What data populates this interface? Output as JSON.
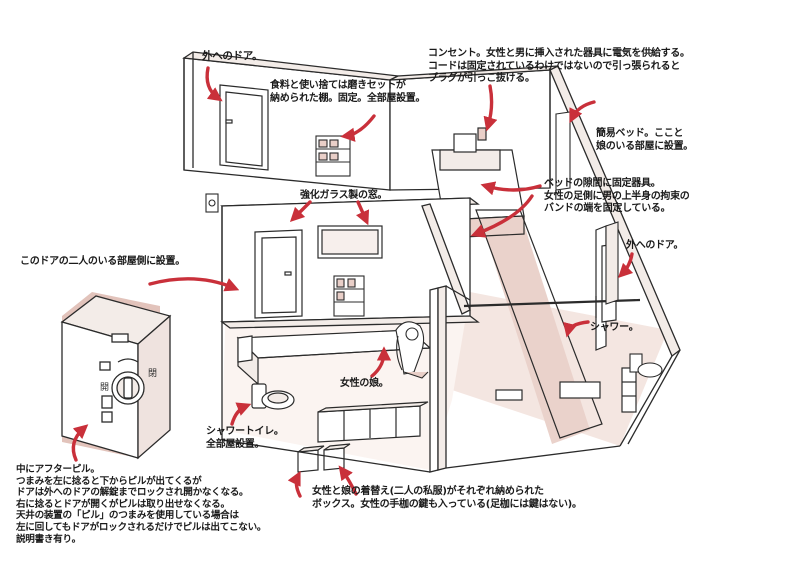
{
  "colors": {
    "ink": "#2b2b2b",
    "wall_top": "#f3ece8",
    "wall_face": "#ffffff",
    "floor_shade": "#e9cfc8",
    "accent_red": "#c9303a",
    "device_body": "#ffffff",
    "device_shade": "#e2c3bb"
  },
  "device": {
    "dial_labels": [
      "閉",
      "開"
    ],
    "icons": [
      "arrow-dial-icon",
      "door-icon",
      "bed-icon"
    ]
  },
  "labels": {
    "outer_door_top": "外へのドア。",
    "shelf_food": "食料と使い捨ては磨きセットが\n納められた棚。固定。全部屋設置。",
    "outlet": "コンセント。女性と男に挿入された器具に電気を供給する。\nコードは固定されているわけではないので引っ張られると\nプラグが引っこ抜ける。",
    "simple_bed": "簡易ベッド。ここと\n娘のいる部屋に設置。",
    "bed_fixture": "ベッドの隙間に固定器具。\n女性の足側に男の上半身の拘束の\nバンドの端を固定している。",
    "glass_window": "強化ガラス製の窓。",
    "door_this": "このドアの二人のいる部屋側に設置。",
    "outer_door_right": "外へのドア。",
    "shower": "シャワー。",
    "daughter": "女性の娘。",
    "shower_toilet": "シャワートイレ。\n全部屋設置。",
    "boxes": "女性と娘の着替え(二人の私服)がそれぞれ納められた\nボックス。女性の手枷の鍵も入っている(足枷には鍵はない)。",
    "device_desc": "中にアフターピル。\nつまみを左に捻ると下からピルが出てくるが\nドアは外へのドアの解錠までロックされ開かなくなる。\n右に捻るとドアが開くがピルは取り出せなくなる。\n天井の装置の「ピル」のつまみを使用している場合は\n左に回してもドアがロックされるだけでピルは出てこない。\n説明書き有り。"
  }
}
